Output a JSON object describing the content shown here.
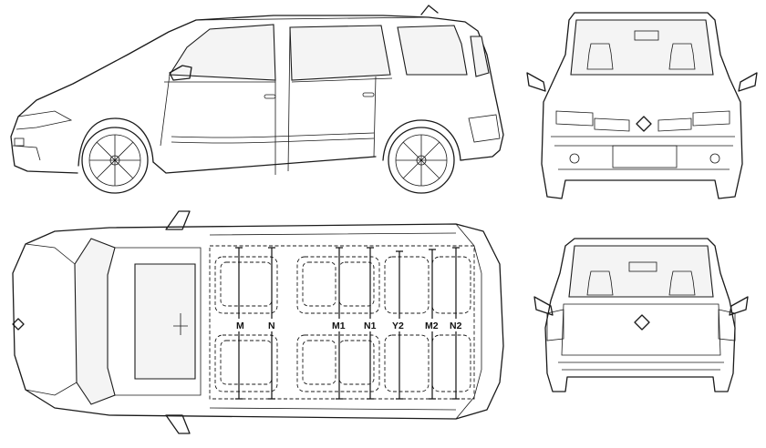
{
  "views": {
    "side": "side-view",
    "front": "front-view",
    "top": "top-view",
    "rear": "rear-view"
  },
  "dimension_labels": {
    "m": "M",
    "n": "N",
    "m1": "M1",
    "n1": "N1",
    "y2": "Y2",
    "m2": "M2",
    "n2": "N2"
  }
}
